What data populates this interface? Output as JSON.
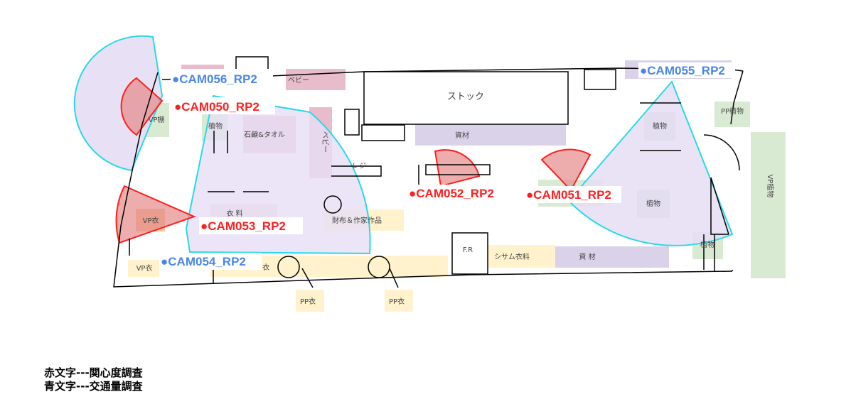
{
  "colors": {
    "interest_camera": "#ff1f1f",
    "traffic_camera": "#4a86e8",
    "fov_outline": "#29d9e6",
    "fov_fill": "#e6def5",
    "zone_pink": "#e8bccb",
    "zone_lavender": "#d9d2e9",
    "zone_green": "#d9ead3",
    "zone_beige": "#fff2cc",
    "zone_grey": "#d0d6d6"
  },
  "map": {
    "zones": {
      "baby_top": "ベビー",
      "stock": "ストック",
      "materials_top": "資材",
      "pp_plants": "PP植物",
      "vp_plants": "VP植物",
      "plants_left": "植物",
      "plants_right_top": "植物",
      "plants_right_mid": "植物",
      "plants_right_bottom": "植物",
      "soap_towel": "石鹸&タオル",
      "baby_vertical": "ベビー",
      "register": "レジ",
      "vp_shelf": "VP棚",
      "clothing": "衣 料",
      "wallet": "財布＆作家作品",
      "vp_clothing_left": "VP衣",
      "vp_clothing_bottom": "VP衣",
      "clothing_bottom": "衣",
      "fr": "F.R",
      "system_clothing": "シサム衣料",
      "materials_bottom": "資 材",
      "pp_clothing_1": "PP衣",
      "pp_clothing_2": "PP衣"
    },
    "cameras": [
      {
        "id": "CAM050_RP2",
        "label": "●CAM050_RP2",
        "survey": "interest"
      },
      {
        "id": "CAM051_RP2",
        "label": "●CAM051_RP2",
        "survey": "interest"
      },
      {
        "id": "CAM052_RP2",
        "label": "●CAM052_RP2",
        "survey": "interest"
      },
      {
        "id": "CAM053_RP2",
        "label": "●CAM053_RP2",
        "survey": "interest"
      },
      {
        "id": "CAM054_RP2",
        "label": "●CAM054_RP2",
        "survey": "traffic"
      },
      {
        "id": "CAM055_RP2",
        "label": "●CAM055_RP2",
        "survey": "traffic"
      },
      {
        "id": "CAM056_RP2",
        "label": "●CAM056_RP2",
        "survey": "traffic"
      }
    ]
  },
  "legend": {
    "red_text": "赤文字---関心度調査",
    "blue_text": "青文字---交通量調査"
  }
}
